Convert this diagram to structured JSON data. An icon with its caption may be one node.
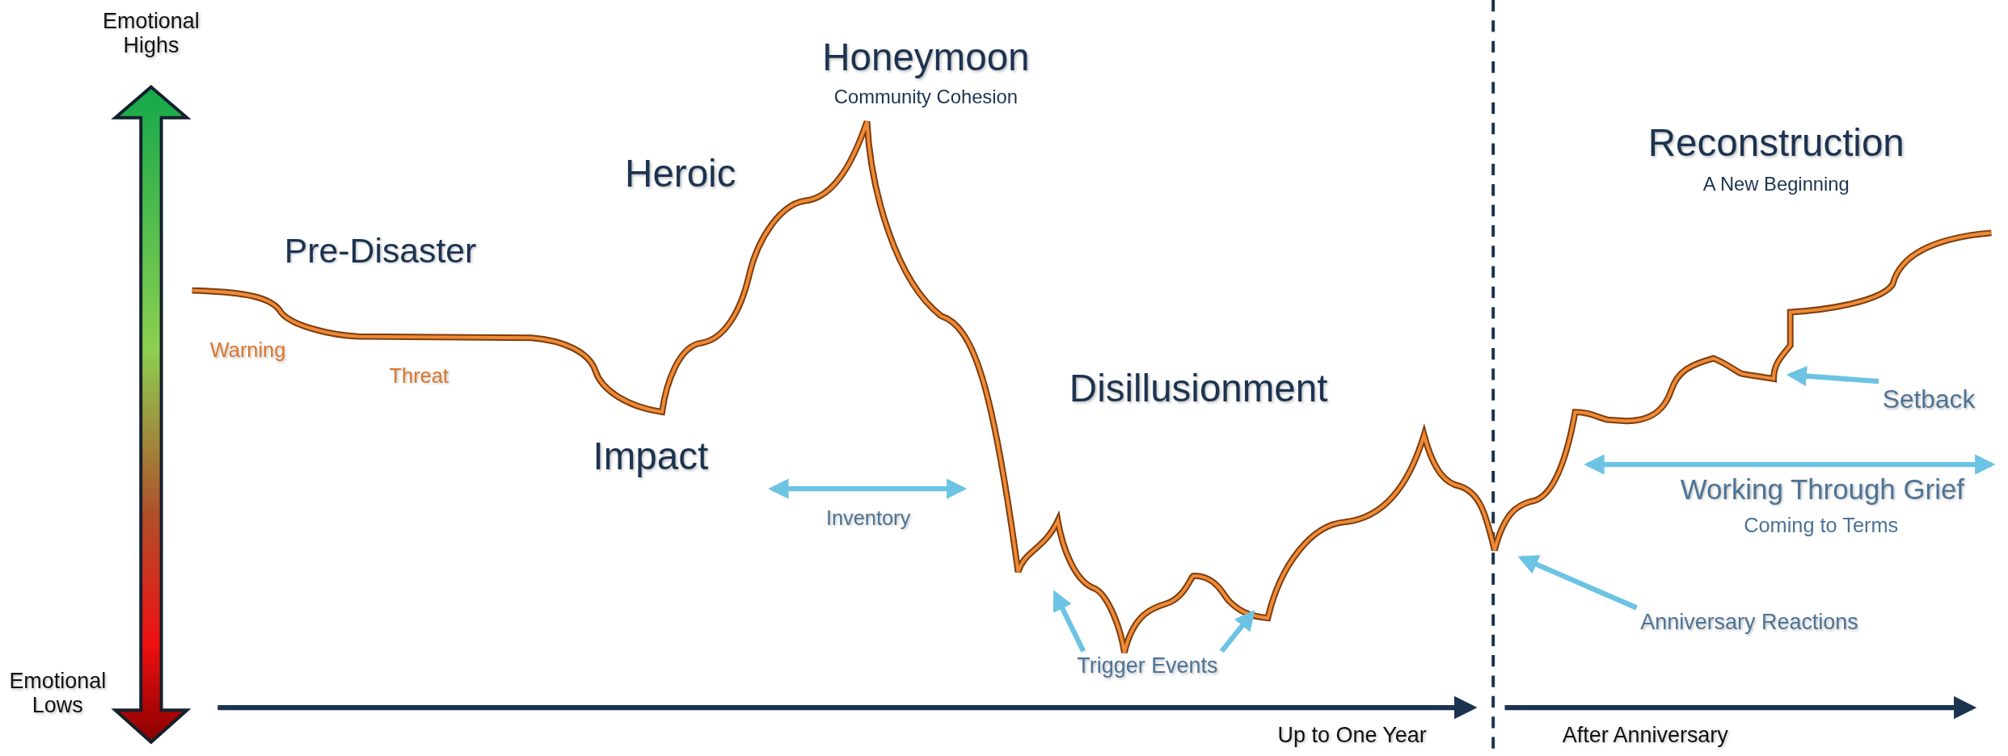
{
  "diagram": {
    "nodes": [
      {
        "text": [
          "Trigger Events"
        ]
      },
      {
        "text": [
          "Anniversary Reactions"
        ]
      },
      {
        "text": [
          "Setback"
        ]
      }
    ],
    "edges": [
      {
        "from": 0,
        "to": null,
        "arrow": "to"
      },
      {
        "from": 0,
        "to": null,
        "arrow": "to"
      },
      {
        "from": 1,
        "to": null,
        "arrow": "to"
      },
      {
        "from": 2,
        "to": null,
        "arrow": "to"
      }
    ],
    "labels": [
      "Emotional Highs",
      "Honeymoon",
      "Community Cohesion",
      "Reconstruction",
      "A New Beginning",
      "Heroic",
      "Pre-Disaster",
      "Warning",
      "Threat",
      "Disillusionment",
      "Impact",
      "Inventory",
      "Working Through Grief",
      "Coming to Terms",
      "Emotional Lows",
      "Up to One Year",
      "After Anniversary"
    ]
  }
}
